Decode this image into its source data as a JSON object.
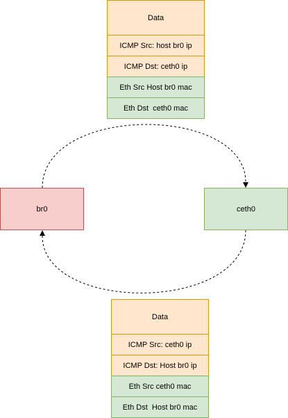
{
  "top_packet": {
    "data": "Data",
    "icmp_src": "ICMP Src: host br0 ip",
    "icmp_dst": "ICMP Dst: ceth0 ip",
    "eth_src": "Eth Src Host br0 mac",
    "eth_dst": "Eth Dst  ceth0 mac"
  },
  "bottom_packet": {
    "data": "Data",
    "icmp_src": "ICMP Src: ceth0 ip",
    "icmp_dst": "ICMP Dst: Host br0 ip",
    "eth_src": "Eth Src ceth0 mac",
    "eth_dst": "Eth Dst  Host br0 mac"
  },
  "nodes": {
    "left": "br0",
    "right": "ceth0"
  },
  "colors": {
    "orange_fill": "#ffe6cc",
    "orange_border": "#d79b00",
    "green_fill": "#d5e8d4",
    "green_border": "#82b366",
    "red_fill": "#f8cecc",
    "red_border": "#b85450"
  }
}
